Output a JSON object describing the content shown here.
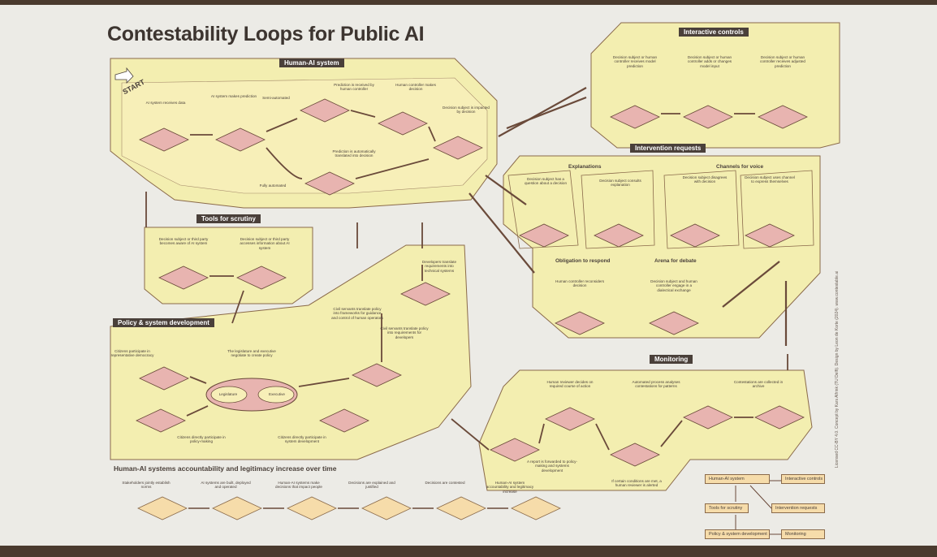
{
  "title": "Contestability Loops for Public AI",
  "start_label": "START",
  "sections": {
    "human_ai_system": "Human-AI system",
    "interactive_controls": "Interactive controls",
    "intervention_requests": "Intervention requests",
    "tools_for_scrutiny": "Tools for scrutiny",
    "policy_system_development": "Policy & system development",
    "monitoring": "Monitoring"
  },
  "subsections": {
    "explanations": "Explanations",
    "channels_for_voice": "Channels for voice",
    "obligation_to_respond": "Obligation to respond",
    "arena_for_debate": "Arena for debate"
  },
  "notes": {
    "ai_receives_data": "AI system receives data",
    "ai_makes_prediction": "AI system makes prediction",
    "semi_automated": "Semi-automated",
    "prediction_received": "Prediction is received by human controller",
    "human_makes_decision": "Human controller makes decision",
    "subject_impacted": "Decision subject is impacted by decision",
    "auto_translated": "Prediction is automatically translated into decision",
    "fully_automated": "Fully automated",
    "ic_receives": "Decision subject or human controller receives model prediction",
    "ic_adds": "Decision subject or human controller adds or changes model input",
    "ic_receives_adjusted": "Decision subject or human controller receives adjusted prediction",
    "has_question": "Decision subject has a question about a decision",
    "consults_explanation": "Decision subject consults explanation",
    "disagrees": "Decision subject disagrees with decision",
    "uses_channel": "Decision subject uses channel to express themselves",
    "reconsiders": "Human controller reconsiders decision",
    "dialectical": "Decision subject and human controller engage in a dialectical exchange",
    "aware": "Decision subject or third party becomes aware of AI system",
    "accesses_info": "Decision subject or third party accesses information about AI system",
    "civil_servants_policy": "Civil servants translate policy into frameworks for guidance and control of human operators",
    "civil_servants_req": "Civil servants translate policy into requirements for developers",
    "developers": "Developers translate requirements into technical systems",
    "participate_rep": "Citizens participate in representative democracy",
    "legislature_exec": "The legislature and executive negotiate to create policy",
    "legislature": "Legislature",
    "executive": "Executive",
    "policy_making": "Citizens directly participate in policy-making",
    "system_dev": "Citizens directly participate in system development",
    "reviewer_decides": "Human reviewer decides on required course of action",
    "automated_analyses": "Automated process analyses contestations for patterns",
    "collected_archive": "Contestations are collected in archive",
    "report_forwarded": "A report is forwarded to policy-making and systems development",
    "conditions_met": "If certain conditions are met, a human reviewer is alerted"
  },
  "bottom": {
    "title": "Human-AI systems accountability and legitimacy increase over time",
    "steps": [
      "Stakeholders jointly establish norms",
      "AI systems are built, deployed and operated",
      "Human-AI systems make decisions that impact people",
      "Decisions are explained and justified",
      "Decisions are contested",
      "Human-AI system accountability and legitimacy increase"
    ]
  },
  "legend": {
    "human_ai_system": "Human-AI system",
    "interactive_controls": "Interactive controls",
    "tools_for_scrutiny": "Tools for scrutiny",
    "intervention_requests": "Intervention requests",
    "policy_system_development": "Policy & system development",
    "monitoring": "Monitoring"
  },
  "side_credit": "Licensed CC-BY 4.0. Concept by Kars Alfrink (TU Delft). Design by Leon de Korte (2024). www.contestable.ai",
  "colors": {
    "region_fill": "#f3eeb0",
    "region_stroke": "#8a6a4a",
    "accent_pink": "#e8b4b0",
    "arrow": "#6a4a3a",
    "label_bg": "#4a403a"
  }
}
